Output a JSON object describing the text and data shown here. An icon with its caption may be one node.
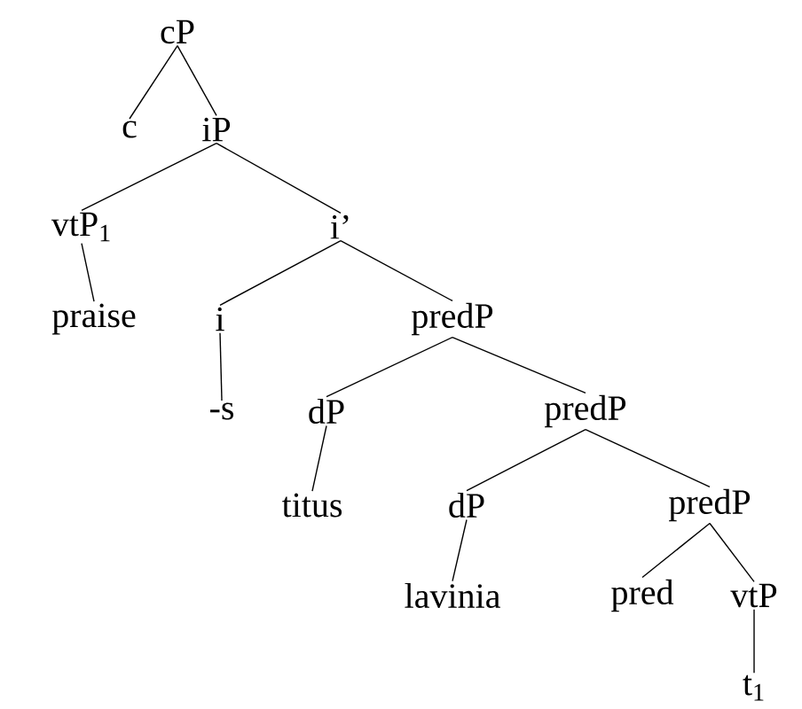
{
  "diagram": {
    "nodes": [
      {
        "text": [
          "cP"
        ]
      },
      {
        "text": [
          "c"
        ]
      },
      {
        "text": [
          "iP"
        ]
      },
      {
        "text": [
          "vtP$_{1}$"
        ]
      },
      {
        "text": [
          "i’"
        ]
      },
      {
        "text": [
          "praise"
        ]
      },
      {
        "text": [
          "i"
        ]
      },
      {
        "text": [
          "predP"
        ]
      },
      {
        "text": [
          "-s"
        ]
      },
      {
        "text": [
          "dP"
        ]
      },
      {
        "text": [
          "predP"
        ]
      },
      {
        "text": [
          "titus"
        ]
      },
      {
        "text": [
          "dP"
        ]
      },
      {
        "text": [
          "predP"
        ]
      },
      {
        "text": [
          "lavinia"
        ]
      },
      {
        "text": [
          "pred"
        ]
      },
      {
        "text": [
          "vtP"
        ]
      },
      {
        "text": [
          "t$_{1}$"
        ]
      }
    ],
    "edges": [
      {
        "from": 0,
        "to": 1,
        "arrow": "none"
      },
      {
        "from": 0,
        "to": 2,
        "arrow": "none"
      },
      {
        "from": 2,
        "to": 3,
        "arrow": "none"
      },
      {
        "from": 2,
        "to": 4,
        "arrow": "none"
      },
      {
        "from": 3,
        "to": 5,
        "arrow": "none"
      },
      {
        "from": 4,
        "to": 6,
        "arrow": "none"
      },
      {
        "from": 4,
        "to": 7,
        "arrow": "none"
      },
      {
        "from": 6,
        "to": 8,
        "arrow": "none"
      },
      {
        "from": 7,
        "to": 9,
        "arrow": "none"
      },
      {
        "from": 7,
        "to": 10,
        "arrow": "none"
      },
      {
        "from": 9,
        "to": 11,
        "arrow": "none"
      },
      {
        "from": 10,
        "to": 12,
        "arrow": "none"
      },
      {
        "from": 10,
        "to": 13,
        "arrow": "none"
      },
      {
        "from": 12,
        "to": 14,
        "arrow": "none"
      },
      {
        "from": 13,
        "to": 15,
        "arrow": "none"
      },
      {
        "from": 13,
        "to": 16,
        "arrow": "none"
      },
      {
        "from": 16,
        "to": 17,
        "arrow": "none"
      }
    ]
  }
}
